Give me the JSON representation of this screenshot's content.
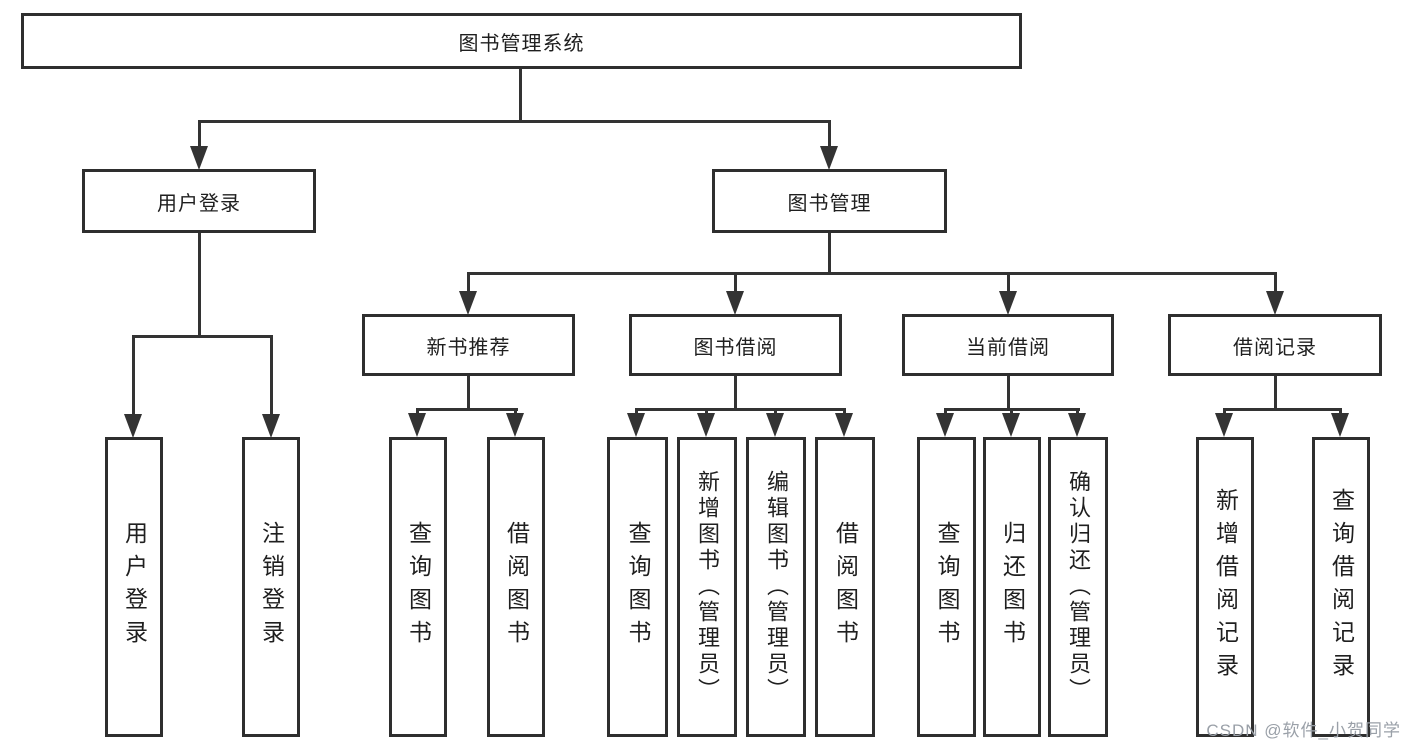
{
  "diagram_type": "hierarchy-tree",
  "tree": {
    "root": {
      "label": "图书管理系统"
    },
    "l2": [
      {
        "label": "用户登录",
        "children": [
          {
            "label": "用户登录"
          },
          {
            "label": "注销登录"
          }
        ]
      },
      {
        "label": "图书管理",
        "children": [
          {
            "label": "新书推荐",
            "children": [
              {
                "label": "查询图书"
              },
              {
                "label": "借阅图书"
              }
            ]
          },
          {
            "label": "图书借阅",
            "children": [
              {
                "label": "查询图书"
              },
              {
                "label": "新增图书（管理员）"
              },
              {
                "label": "编辑图书（管理员）"
              },
              {
                "label": "借阅图书"
              }
            ]
          },
          {
            "label": "当前借阅",
            "children": [
              {
                "label": "查询图书"
              },
              {
                "label": "归还图书"
              },
              {
                "label": "确认归还（管理员）"
              }
            ]
          },
          {
            "label": "借阅记录",
            "children": [
              {
                "label": "新增借阅记录"
              },
              {
                "label": "查询借阅记录"
              }
            ]
          }
        ]
      }
    ]
  },
  "page": {
    "watermark": "CSDN @软件_小贺同学"
  },
  "colors": {
    "line": "#333333",
    "box_border": "#2e2e2e",
    "text": "#1f1f1f",
    "watermark": "#9aa0a8",
    "background": "#ffffff"
  }
}
